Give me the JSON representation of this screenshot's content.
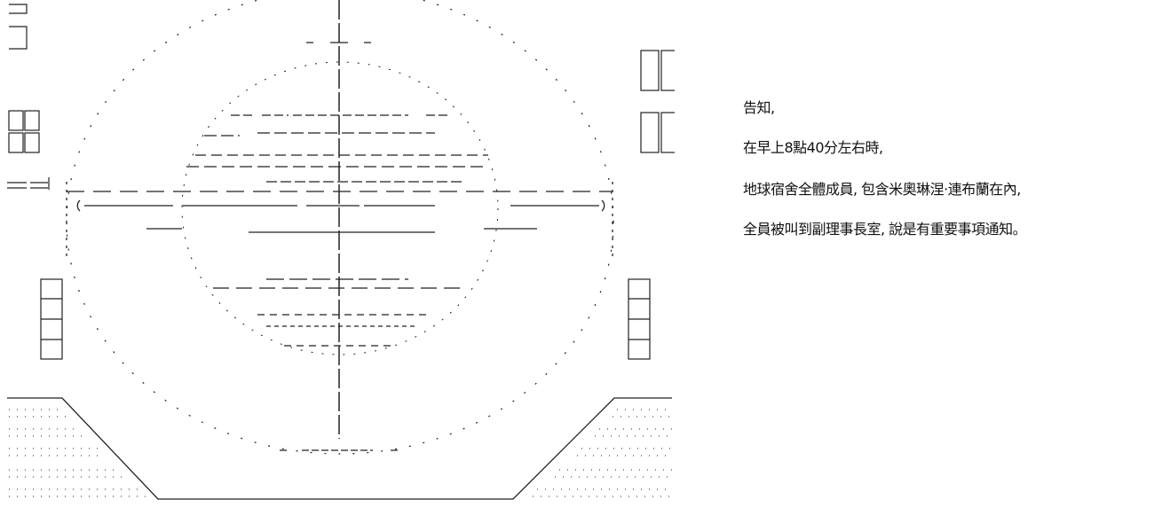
{
  "narration": {
    "lines": [
      "告知,",
      "在早上8點40分左右時,",
      "地球宿舍全體成員, 包含米奧琳涅·連布蘭在內,",
      "全員被叫到副理事長室, 說是有重要事項通知。"
    ]
  },
  "colors": {
    "ink": "#222222",
    "background": "#ffffff"
  }
}
